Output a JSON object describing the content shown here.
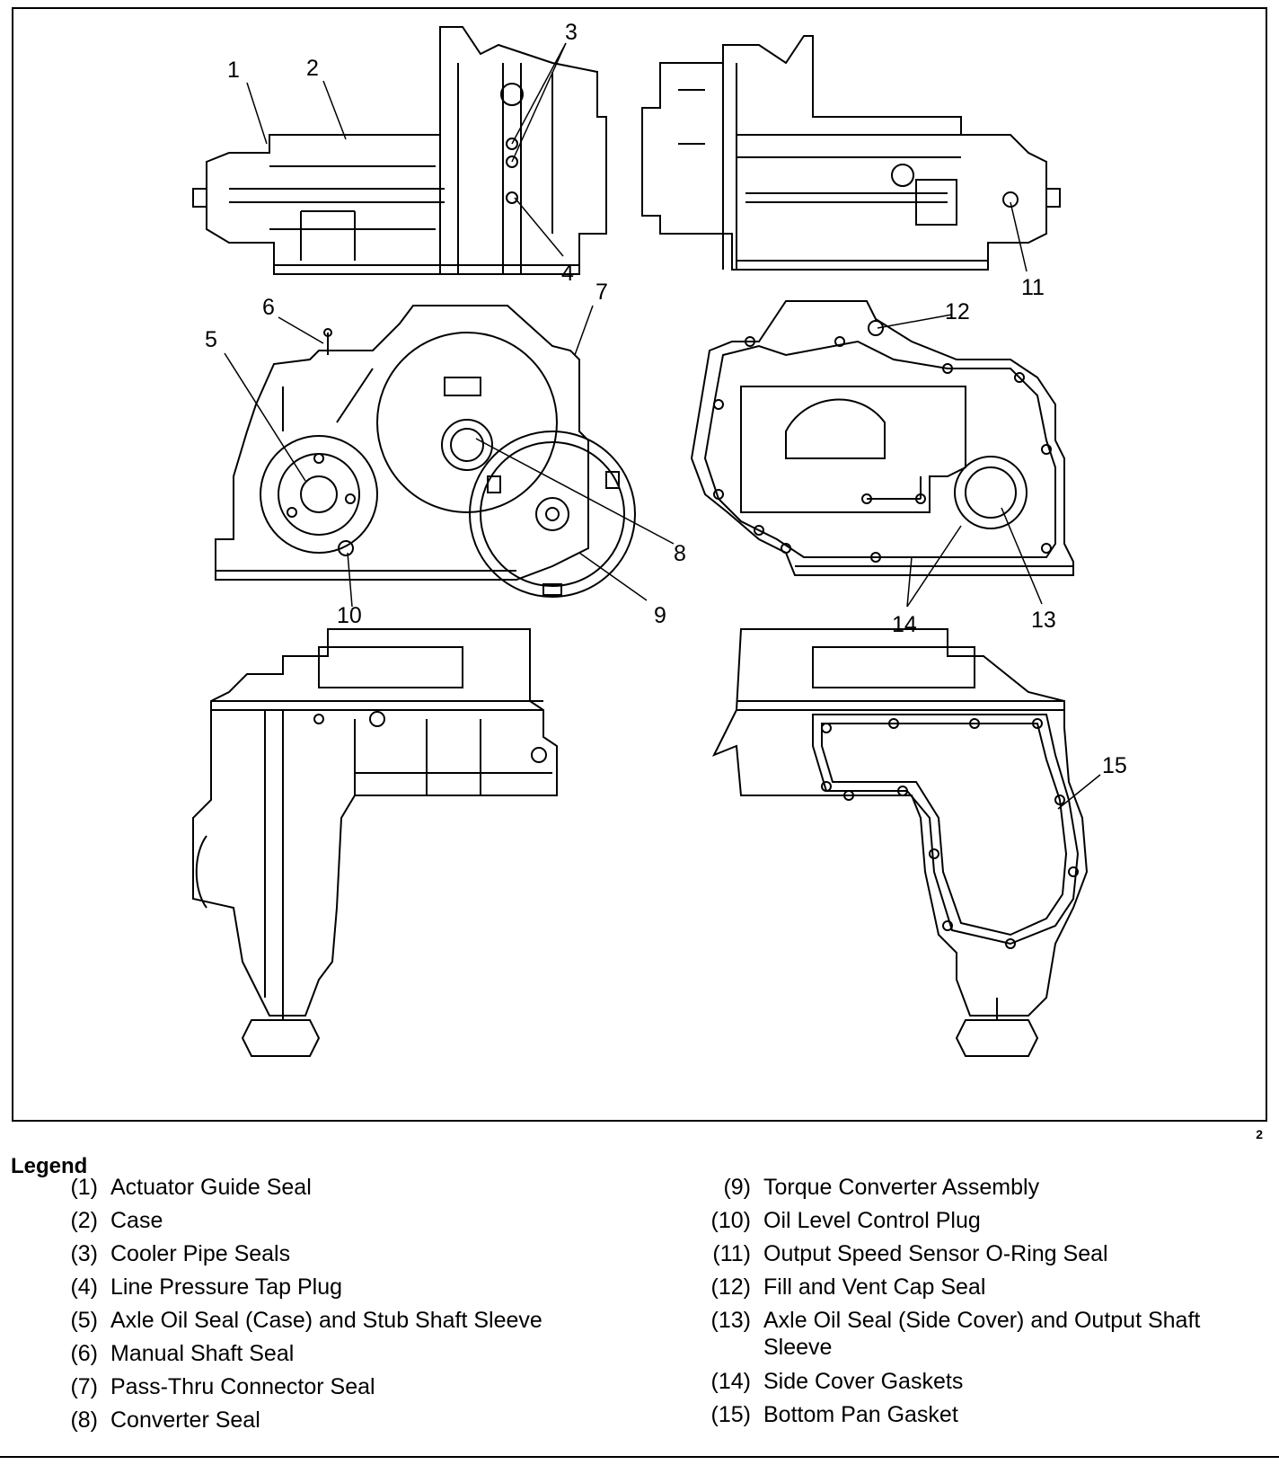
{
  "figure_number": "2",
  "callouts": [
    "1",
    "2",
    "3",
    "4",
    "5",
    "6",
    "7",
    "8",
    "9",
    "10",
    "11",
    "12",
    "13",
    "14",
    "15"
  ],
  "legend": {
    "title": "Legend",
    "items": [
      {
        "num": "(1)",
        "text": "Actuator Guide Seal"
      },
      {
        "num": "(2)",
        "text": "Case"
      },
      {
        "num": "(3)",
        "text": "Cooler Pipe Seals"
      },
      {
        "num": "(4)",
        "text": "Line Pressure Tap Plug"
      },
      {
        "num": "(5)",
        "text": "Axle Oil Seal (Case) and Stub Shaft Sleeve"
      },
      {
        "num": "(6)",
        "text": "Manual Shaft Seal"
      },
      {
        "num": "(7)",
        "text": "Pass-Thru Connector Seal"
      },
      {
        "num": "(8)",
        "text": "Converter Seal"
      },
      {
        "num": "(9)",
        "text": "Torque Converter Assembly"
      },
      {
        "num": "(10)",
        "text": "Oil Level Control Plug"
      },
      {
        "num": "(11)",
        "text": "Output Speed Sensor O-Ring Seal"
      },
      {
        "num": "(12)",
        "text": "Fill and Vent Cap Seal"
      },
      {
        "num": "(13)",
        "text": "Axle Oil Seal (Side Cover) and Output Shaft Sleeve"
      },
      {
        "num": "(14)",
        "text": "Side Cover Gaskets"
      },
      {
        "num": "(15)",
        "text": "Bottom Pan Gasket"
      }
    ]
  }
}
